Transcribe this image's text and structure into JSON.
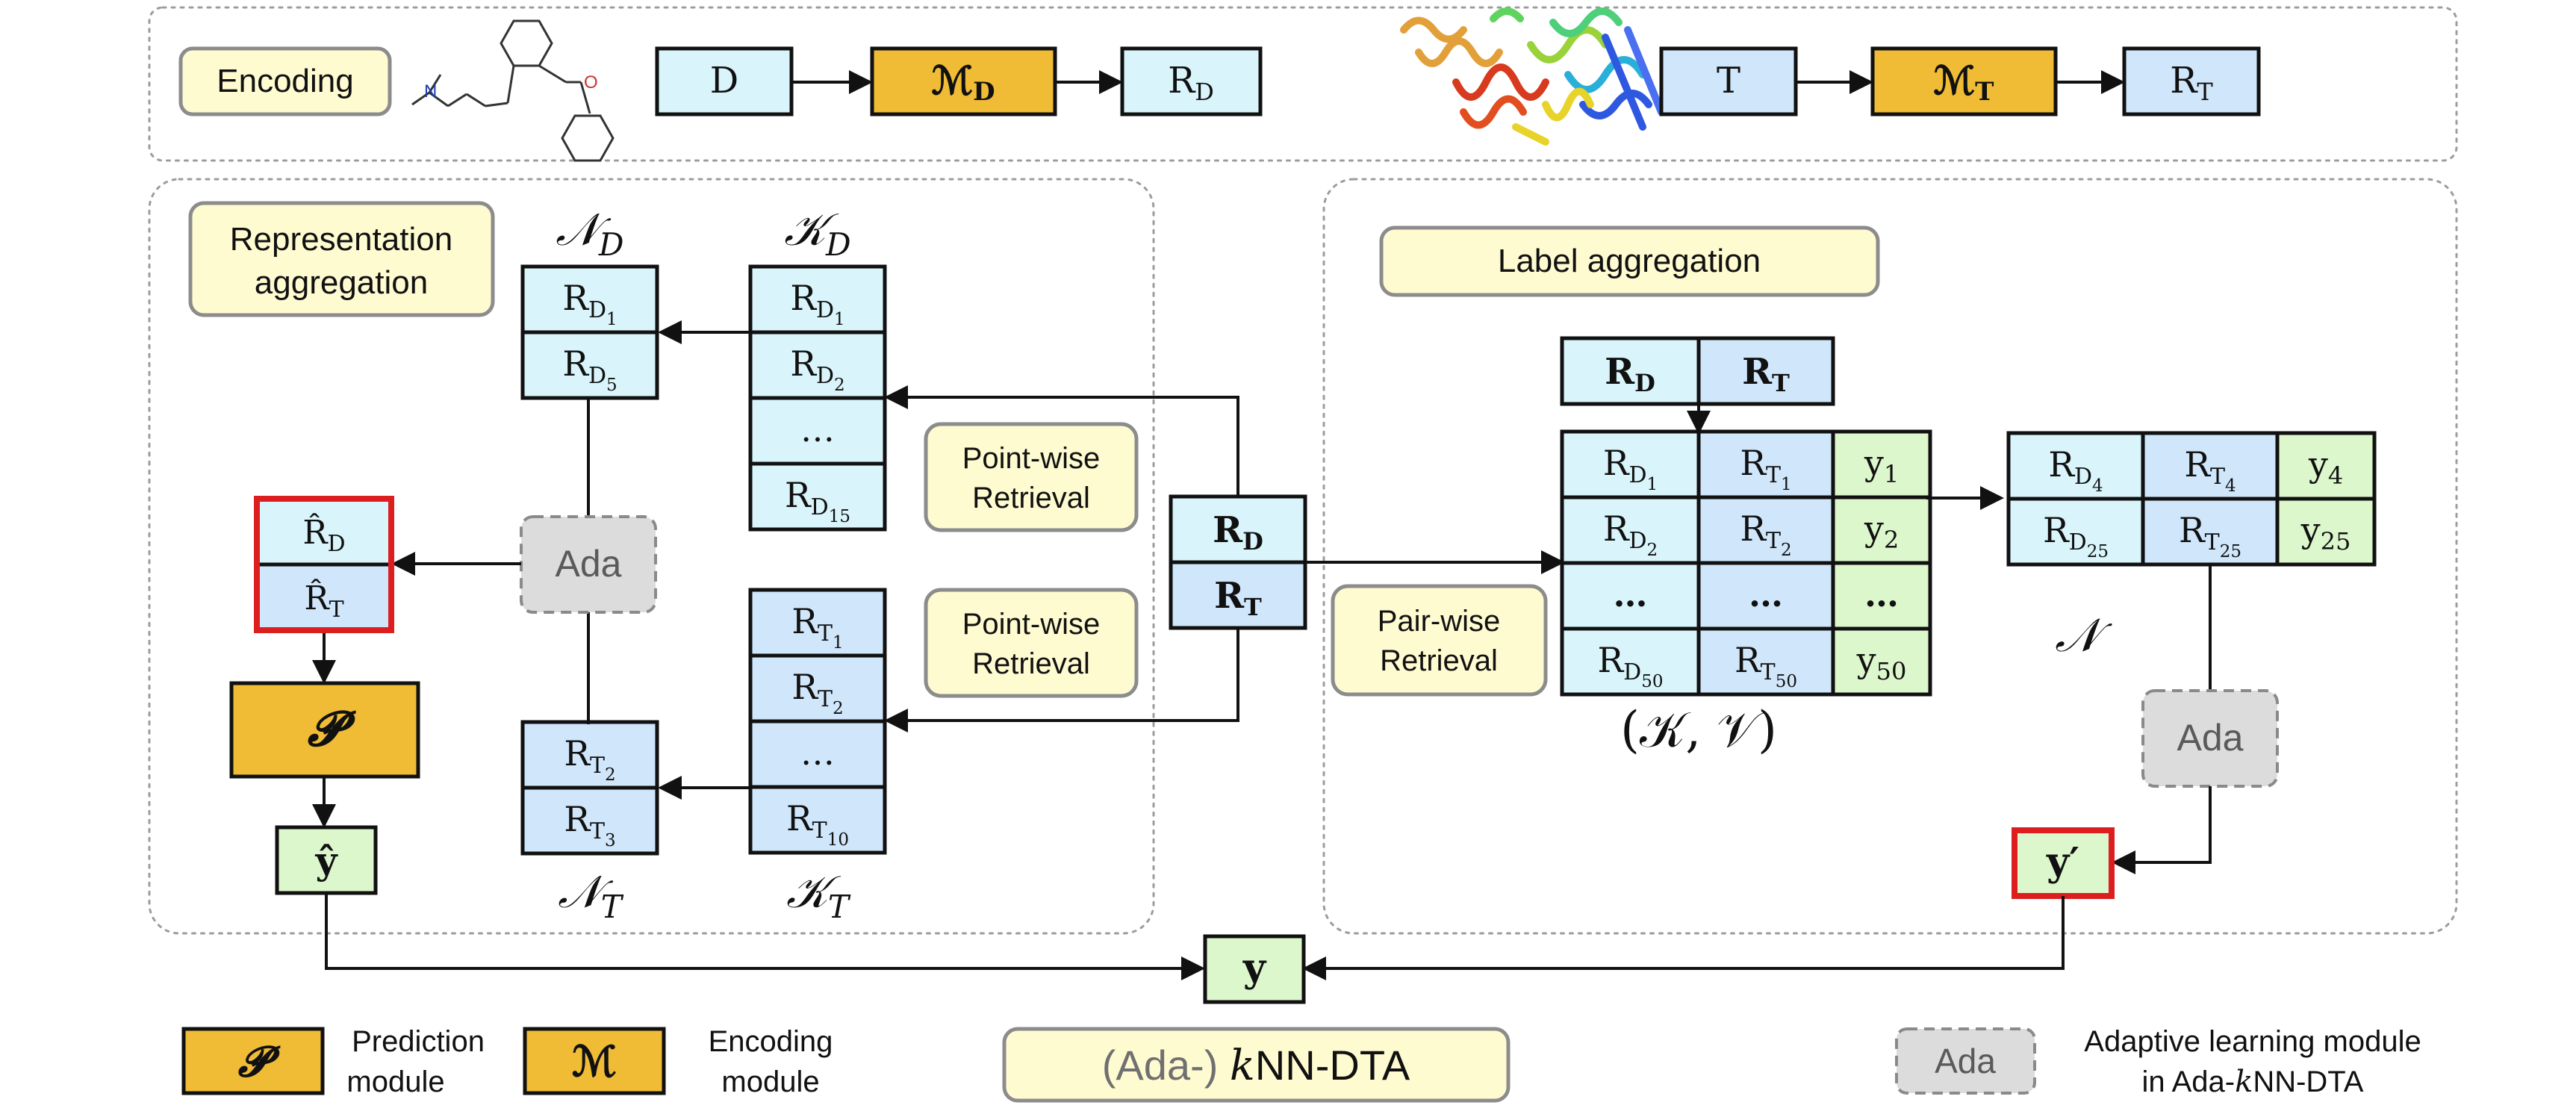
{
  "encoding": {
    "label": "Encoding",
    "drug_input": "D",
    "drug_encoder": "ℳ",
    "drug_encoder_sub": "D",
    "drug_output": "R",
    "drug_output_sub": "D",
    "target_input": "T",
    "target_encoder": "ℳ",
    "target_encoder_sub": "T",
    "target_output": "R",
    "target_output_sub": "T"
  },
  "representation_aggregation": {
    "label_line1": "Representation",
    "label_line2": "aggregation",
    "nd_title": "𝒩",
    "nd_sub": "D",
    "kd_title": "𝒦",
    "kd_sub": "D",
    "nt_title": "𝒩",
    "nt_sub": "T",
    "kt_title": "𝒦",
    "kt_sub": "T",
    "nd_cells": [
      {
        "base": "R",
        "sub": "D",
        "sub2": "1"
      },
      {
        "base": "R",
        "sub": "D",
        "sub2": "5"
      }
    ],
    "kd_cells": [
      {
        "base": "R",
        "sub": "D",
        "sub2": "1"
      },
      {
        "base": "R",
        "sub": "D",
        "sub2": "2"
      },
      {
        "ellipsis": "…"
      },
      {
        "base": "R",
        "sub": "D",
        "sub2": "15"
      }
    ],
    "kt_cells": [
      {
        "base": "R",
        "sub": "T",
        "sub2": "1"
      },
      {
        "base": "R",
        "sub": "T",
        "sub2": "2"
      },
      {
        "ellipsis": "…"
      },
      {
        "base": "R",
        "sub": "T",
        "sub2": "10"
      }
    ],
    "nt_cells": [
      {
        "base": "R",
        "sub": "T",
        "sub2": "2"
      },
      {
        "base": "R",
        "sub": "T",
        "sub2": "3"
      }
    ],
    "ada": "Ada",
    "rd_hat": "R̂",
    "rd_hat_sub": "D",
    "rt_hat": "R̂",
    "rt_hat_sub": "T",
    "predictor": "𝓟",
    "y_hat": "ŷ"
  },
  "retrieval": {
    "point1_line1": "Point-wise",
    "point1_line2": "Retrieval",
    "point2_line1": "Point-wise",
    "point2_line2": "Retrieval",
    "pair_line1": "Pair-wise",
    "pair_line2": "Retrieval",
    "query_d": "R",
    "query_d_sub": "D",
    "query_t": "R",
    "query_t_sub": "T"
  },
  "label_aggregation": {
    "label": "Label aggregation",
    "query_d": "R",
    "query_d_sub": "D",
    "query_t": "R",
    "query_t_sub": "T",
    "kv_rows": [
      {
        "d_sub2": "1",
        "t_sub2": "1",
        "y": "y",
        "y_sub": "1"
      },
      {
        "d_sub2": "2",
        "t_sub2": "2",
        "y": "y",
        "y_sub": "2"
      },
      {
        "ellipsis": "…"
      },
      {
        "d_sub2": "50",
        "t_sub2": "50",
        "y": "y",
        "y_sub": "50"
      }
    ],
    "kv_title": "(𝒦, 𝒱)",
    "n_rows": [
      {
        "d_sub2": "4",
        "t_sub2": "4",
        "y": "y",
        "y_sub": "4"
      },
      {
        "d_sub2": "25",
        "t_sub2": "25",
        "y": "y",
        "y_sub": "25"
      }
    ],
    "n_title": "𝒩",
    "ada": "Ada",
    "y_prime": "y′"
  },
  "output": {
    "y": "y"
  },
  "legend": {
    "prediction_symbol": "𝓟",
    "prediction_line1": "Prediction",
    "prediction_line2": "module",
    "encoding_symbol": "ℳ",
    "encoding_line1": "Encoding",
    "encoding_line2": "module",
    "title_prefix": "(Ada-) ",
    "title_k": "k",
    "title_suffix": "NN-DTA",
    "ada": "Ada",
    "ada_line1": "Adaptive learning module",
    "ada_line2_prefix": "in Ada-",
    "ada_line2_k": "k",
    "ada_line2_suffix": "NN-DTA"
  },
  "colors": {
    "drug_cell": "#d9f5fb",
    "target_cell": "#d0e6fb",
    "label_cell": "#ddf7cd",
    "module": "#f0bc35",
    "tag": "#fffbd1",
    "highlight": "#dd1e1e",
    "ada": "#dcdcdc"
  },
  "icons": [
    "drug-molecule-icon",
    "protein-structure-icon"
  ]
}
